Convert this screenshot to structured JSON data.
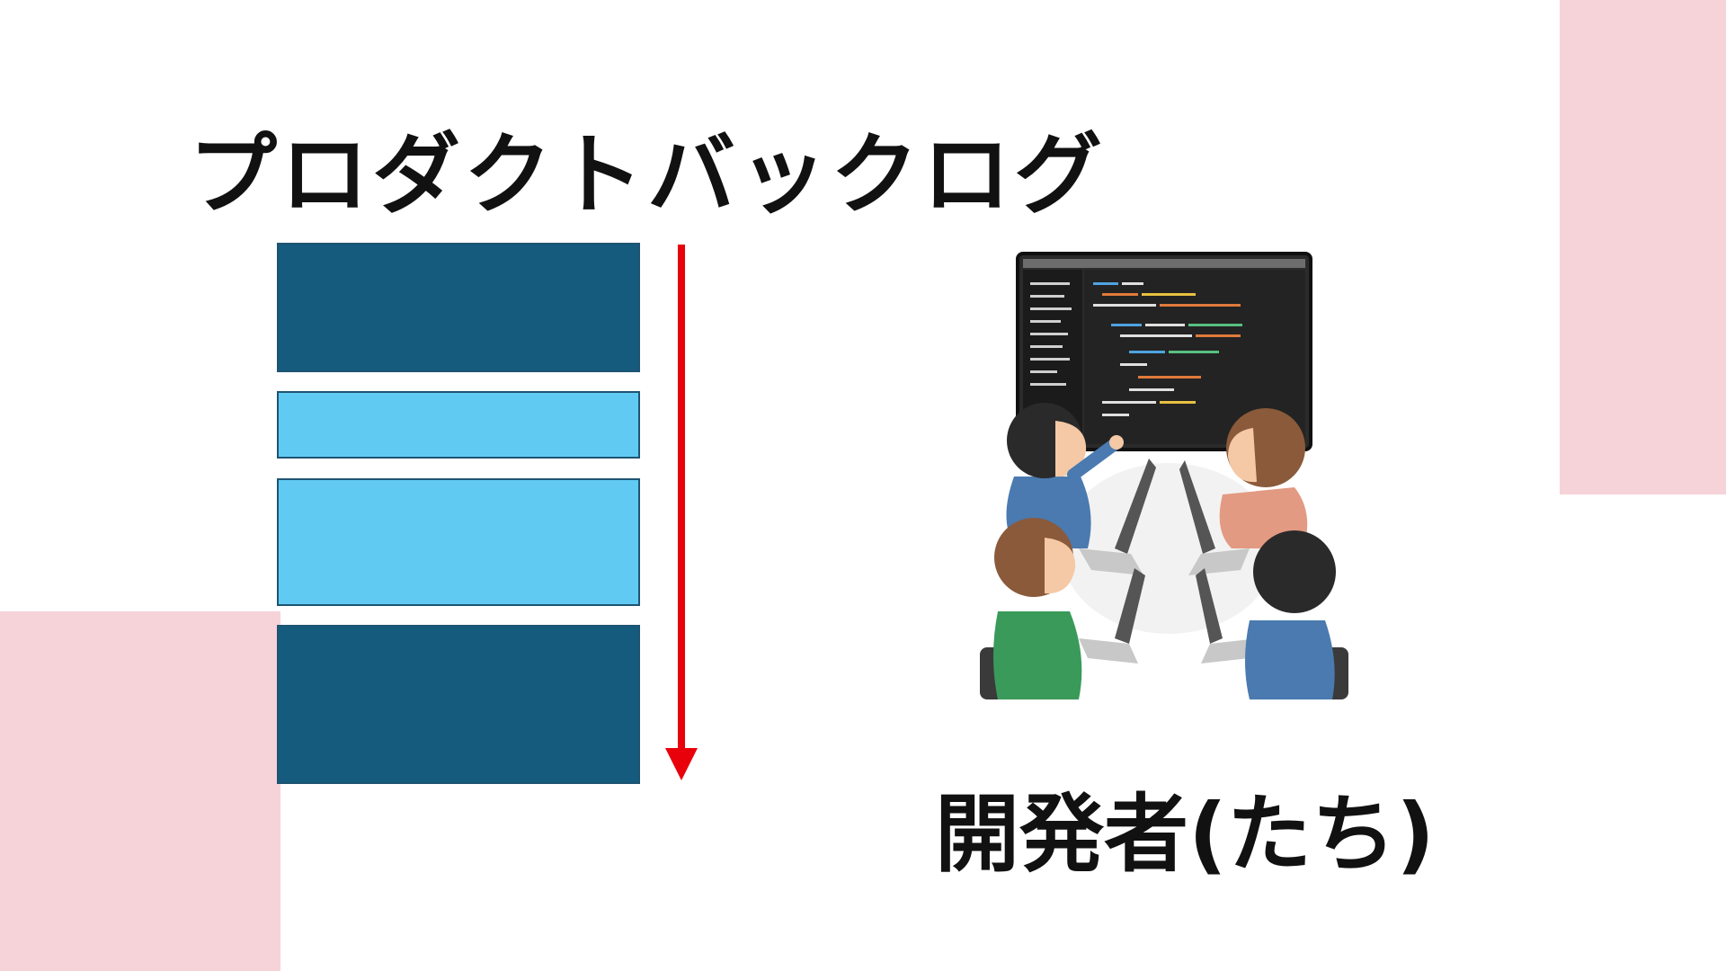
{
  "title": "プロダクトバックログ",
  "caption": "開発者(たち)",
  "colors": {
    "background": "#ffffff",
    "accent_pink": "#f6d3d9",
    "item_dark": "#155b7e",
    "item_light": "#61caf2",
    "arrow": "#e8000a",
    "text": "#111111"
  },
  "backlog_items": [
    {
      "tone": "dark"
    },
    {
      "tone": "light"
    },
    {
      "tone": "light"
    },
    {
      "tone": "dark"
    }
  ],
  "icons": {
    "arrow": "priority-down-arrow-icon",
    "illustration": "developer-team-illustration"
  }
}
